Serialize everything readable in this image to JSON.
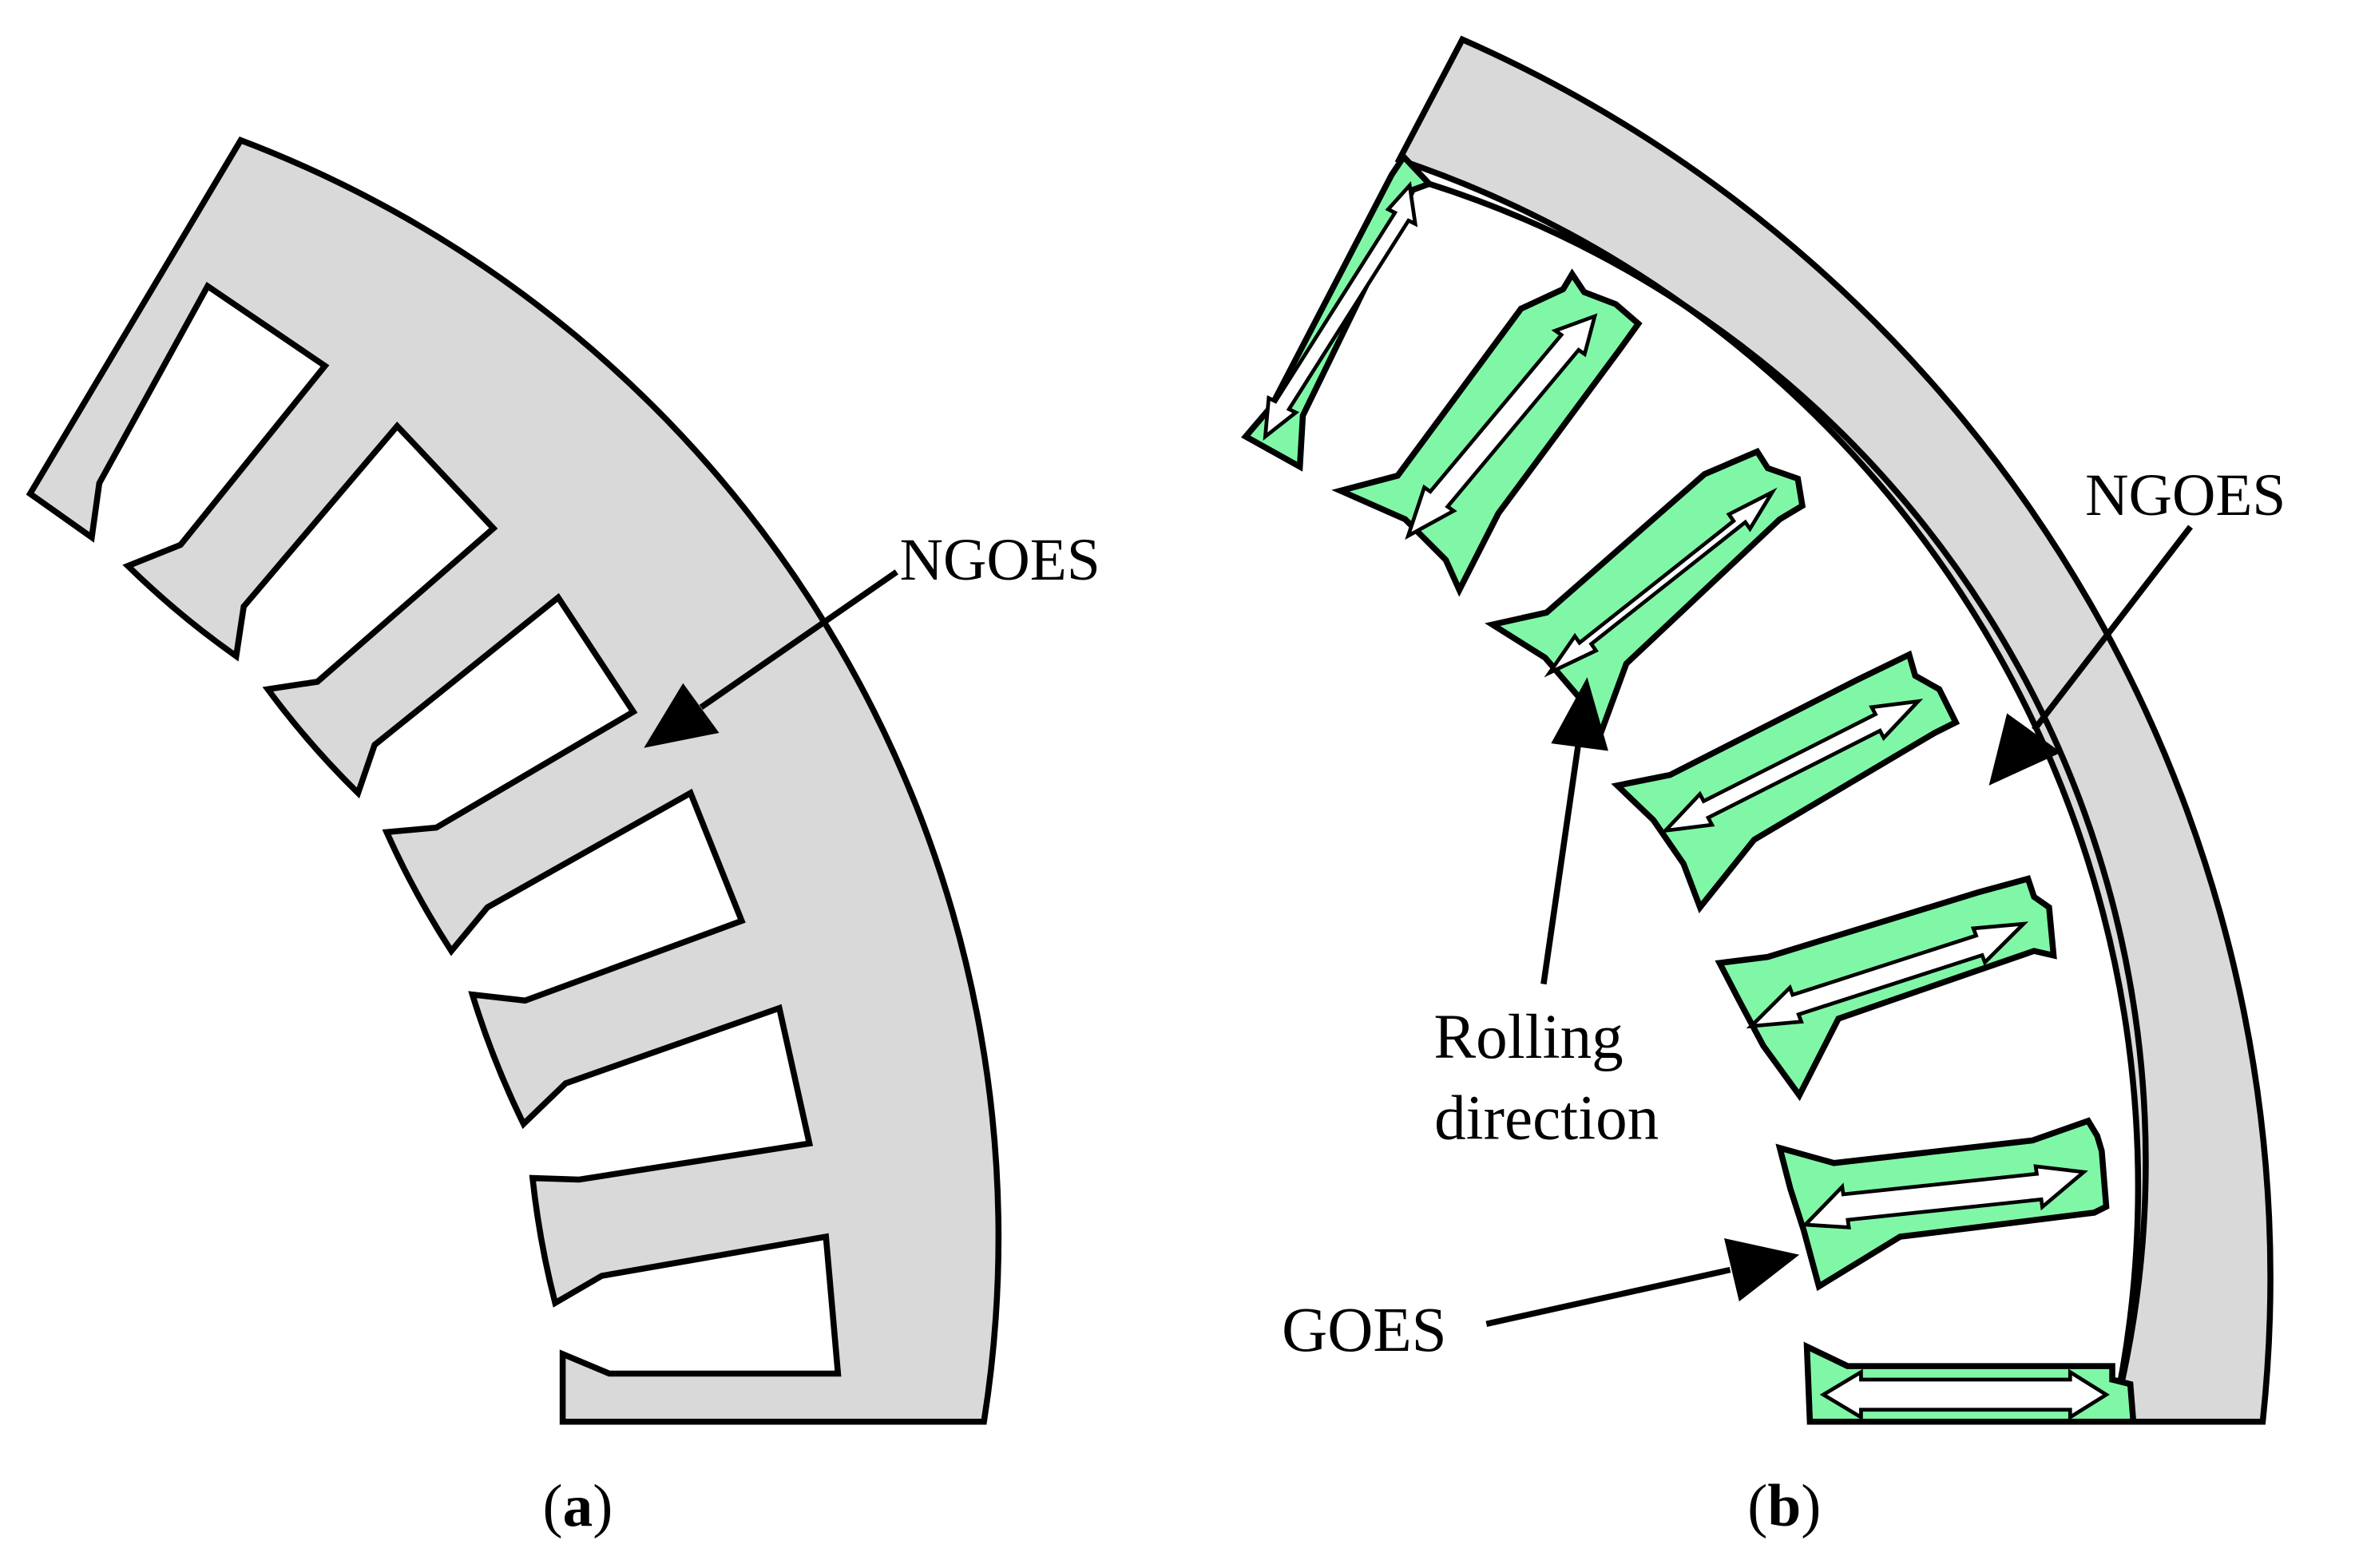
{
  "colors": {
    "ngoes_fill": "#d9d9d9",
    "goes_fill": "#80f7a7",
    "outline": "#000000",
    "background": "#ffffff"
  },
  "panels": {
    "a": {
      "caption_open": "(",
      "caption_letter": "a",
      "caption_close": ")",
      "labels": {
        "ngoes": "NGOES"
      }
    },
    "b": {
      "caption_open": "(",
      "caption_letter": "b",
      "caption_close": ")",
      "labels": {
        "ngoes": "NGOES",
        "rolling_line1": "Rolling",
        "rolling_line2": "direction",
        "goes": "GOES"
      }
    }
  }
}
